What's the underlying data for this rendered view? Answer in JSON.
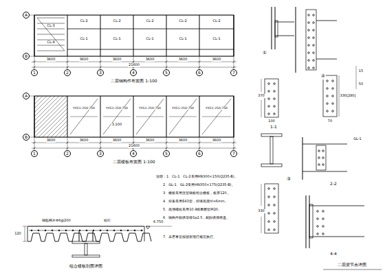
{
  "diagram": {
    "nodes": [
      {
        "text": [
          "A"
        ]
      },
      {
        "text": [
          "B"
        ]
      },
      {
        "text": [
          "1"
        ]
      },
      {
        "text": [
          "2"
        ]
      },
      {
        "text": [
          "3"
        ]
      },
      {
        "text": [
          "4"
        ]
      },
      {
        "text": [
          "5"
        ]
      },
      {
        "text": [
          "6"
        ]
      },
      {
        "text": [
          "7"
        ]
      },
      {
        "text": [
          "A"
        ]
      },
      {
        "text": [
          "B"
        ]
      },
      {
        "text": [
          "1"
        ]
      },
      {
        "text": [
          "2"
        ]
      },
      {
        "text": [
          "3"
        ]
      },
      {
        "text": [
          "4"
        ]
      },
      {
        "text": [
          "5"
        ]
      },
      {
        "text": [
          "6"
        ]
      },
      {
        "text": [
          "7"
        ]
      }
    ],
    "labels": [
      "二层钢构件布置图 1:100",
      "CL-2",
      "CL-2",
      "CL-2",
      "CL-2",
      "CL-2",
      "CL-1",
      "CL-1",
      "CL-1",
      "CL-1",
      "CL-1",
      "CL-3",
      "CL-4",
      "3600",
      "3600",
      "3600",
      "3600",
      "3600",
      "3600",
      "21600",
      "二层楼板布置图 1:100",
      "YX51-250-750",
      "YX51-250-750",
      "YX51-250-750",
      "YX51-250-750",
      "YX51-250-750",
      "3.100",
      "3600",
      "3600",
      "3600",
      "3600",
      "3600",
      "3600",
      "21600",
      "组合楼板剖面详图",
      "6.750",
      "120",
      "钢筋网片Φ6@200",
      "栓钉",
      "说明：1、CL-1、CL-2采用HN300×150(Q235-B)。",
      "2、GL-1、GL-2采用HN350×175(Q235-B)。",
      "3、楼板采用压型钢板组合楼板，板厚120。",
      "4、焊条采用E43型，焊缝高度hf=6mm。",
      "5、高强螺栓采用10.9级摩擦型M20。",
      "6、钢构件除锈等级Sa2.5，刷防锈漆两道。",
      "7、未尽事宜按国家现行规范执行。",
      "1-1",
      "370",
      "100",
      "330[280]",
      "70",
      "50",
      "15",
      "2-2",
      "330",
      "4-4",
      "①",
      "②",
      "③",
      "GL-1",
      "二层梁节点详图"
    ]
  }
}
